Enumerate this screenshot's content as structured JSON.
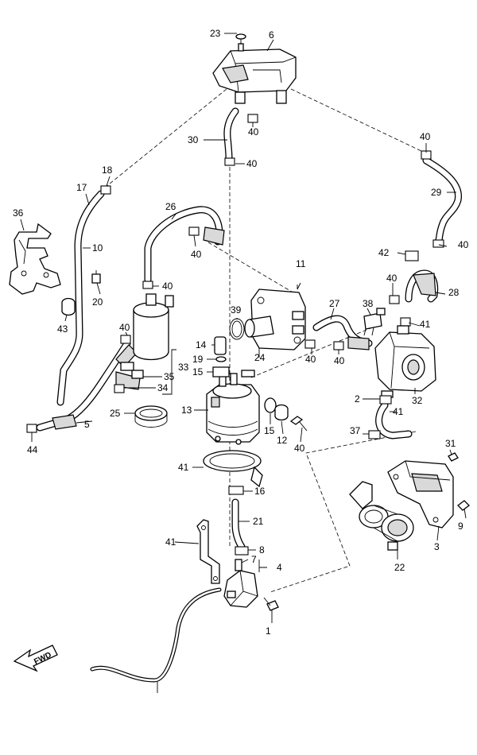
{
  "diagram": {
    "callouts": [
      "23",
      "6",
      "30",
      "40",
      "40",
      "40",
      "29",
      "18",
      "17",
      "36",
      "10",
      "26",
      "40",
      "40",
      "20",
      "43",
      "40",
      "11",
      "42",
      "40",
      "28",
      "40",
      "38",
      "27",
      "39",
      "14",
      "19",
      "15",
      "33",
      "35",
      "34",
      "24",
      "40",
      "40",
      "41",
      "2",
      "32",
      "41",
      "37",
      "25",
      "5",
      "13",
      "15",
      "12",
      "40",
      "44",
      "41",
      "16",
      "31",
      "21",
      "9",
      "41",
      "8",
      "7",
      "4",
      "3",
      "22",
      "1"
    ],
    "fwd_label": "FWD"
  }
}
